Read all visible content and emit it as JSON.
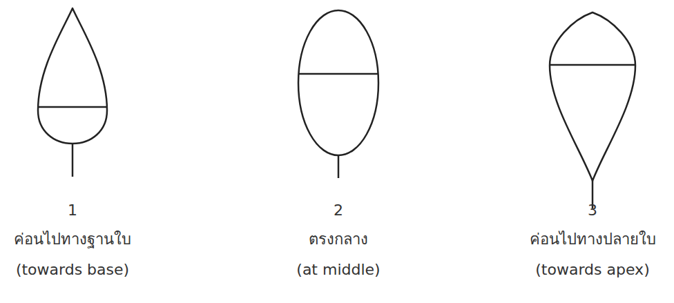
{
  "diagram": {
    "labels": [
      "1",
      "ค่อนไปทางฐานใบ",
      "(towards base)",
      "2",
      "ตรงกลาง",
      "(at middle)",
      "3",
      "ค่อนไปทางปลายใบ",
      "(towards apex)"
    ]
  }
}
